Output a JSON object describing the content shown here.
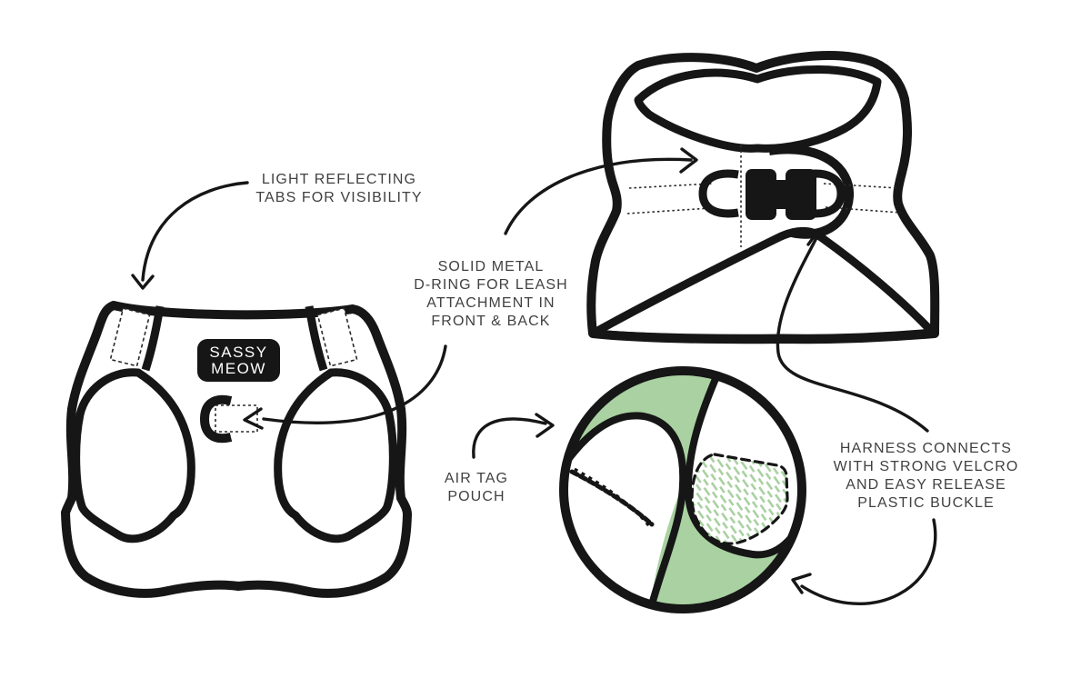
{
  "colors": {
    "accent_green": "#a9d1a1",
    "outline_black": "#161616",
    "annotation_text": "#414042",
    "label_background": "#161616",
    "label_text": "#ffffff"
  },
  "annotations": {
    "light_reflecting": "LIGHT REFLECTING\nTABS FOR VISIBILITY",
    "d_ring": "SOLID METAL\nD-RING FOR LEASH\nATTACHMENT IN\nFRONT & BACK",
    "air_tag": "AIR TAG\nPOUCH",
    "velcro_buckle": "HARNESS CONNECTS\nWITH STRONG VELCRO\nAND EASY RELEASE\nPLASTIC BUCKLE"
  },
  "front_view": {
    "brand_label": "SASSY\nMEOW"
  }
}
